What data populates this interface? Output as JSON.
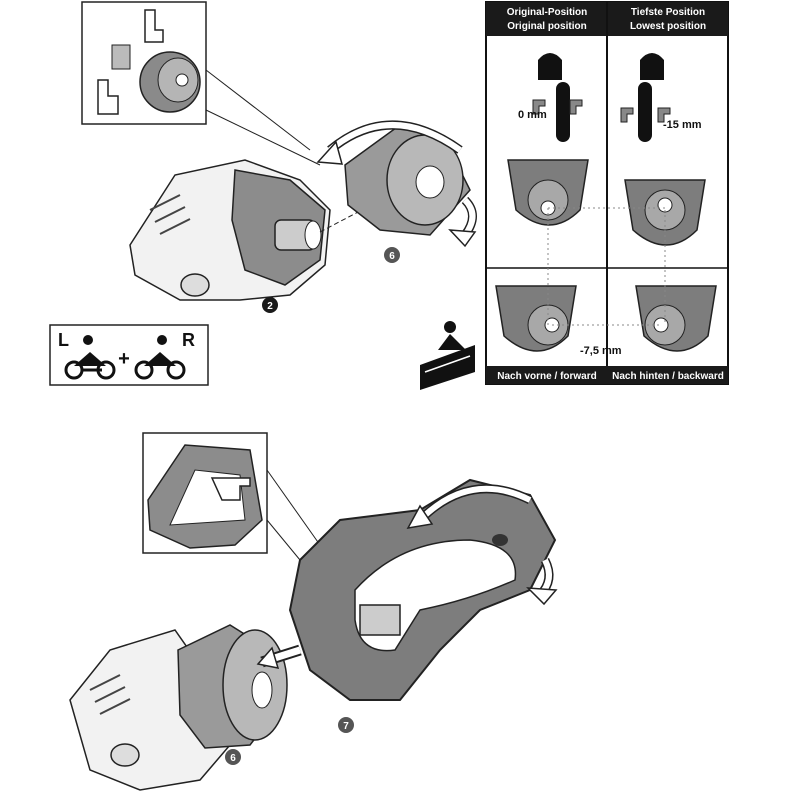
{
  "table": {
    "header_left_line1": "Original-Position",
    "header_left_line2": "Original position",
    "header_right_line1": "Tiefste Position",
    "header_right_line2": "Lowest position",
    "offset_original": "0 mm",
    "offset_lowest": "-15 mm",
    "offset_half": "-7,5 mm",
    "footer_left": "Nach vorne / forward",
    "footer_right": "Nach hinten / backward"
  },
  "callouts": {
    "step_2": "2",
    "step_6_top": "6",
    "step_6_bottom": "6",
    "step_7": "7"
  },
  "side_box": {
    "left_letter": "L",
    "right_letter": "R",
    "plus": "+"
  },
  "colors": {
    "dark": "#1a1a1a",
    "part_gray": "#7d7d7d",
    "part_light": "#a8a8a8",
    "outline": "#222222",
    "callout": "#555555"
  },
  "icons": [
    "pointing-finger-icon",
    "rotate-arrow-icon",
    "rider-icon",
    "motorcycle-icon",
    "slope-icon"
  ]
}
